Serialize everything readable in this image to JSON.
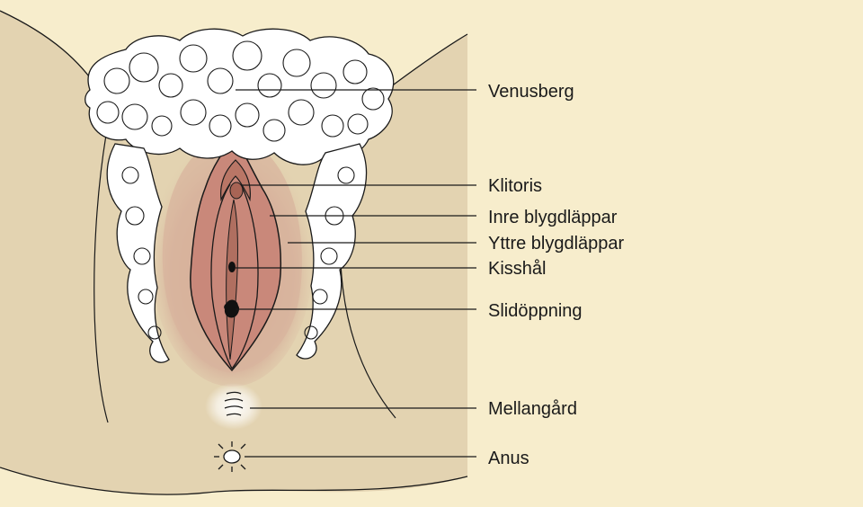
{
  "labels": {
    "venusberg": "Venusberg",
    "klitoris": "Klitoris",
    "inre": "Inre blygdläppar",
    "yttre": "Yttre blygdläppar",
    "kisshal": "Kisshål",
    "slidoppning": "Slidöppning",
    "mellangard": "Mellangård",
    "anus": "Anus"
  },
  "colors": {
    "background": "#f7edcc",
    "skin": "#e3d3b1",
    "outer_labia": "#dcbfa8",
    "inner_labia": "#c98a78",
    "hair": "#ffffff",
    "outline": "#1a1a1a"
  }
}
